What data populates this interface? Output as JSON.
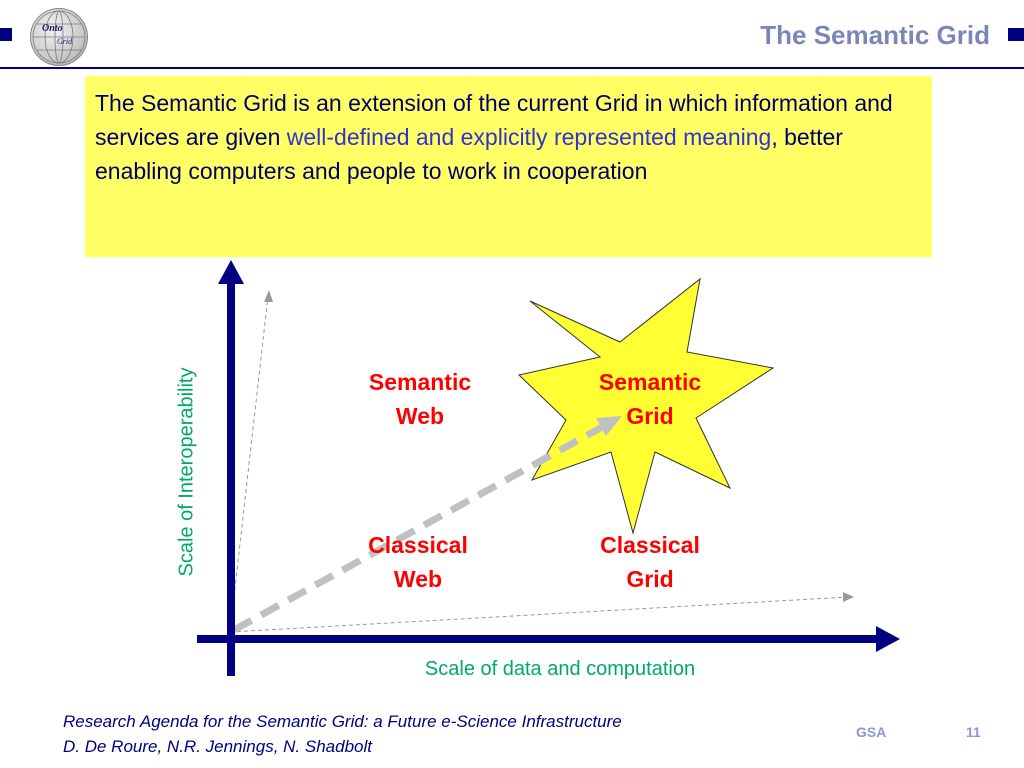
{
  "header": {
    "title": "The Semantic Grid",
    "logo_text_top": "Onto",
    "logo_text_bottom": "Grid"
  },
  "definition": {
    "part1": "The Semantic Grid is an extension of the current Grid in which information and services are given ",
    "highlight": "well-defined and explicitly represented meaning",
    "part2": ", better enabling computers and people to work in cooperation"
  },
  "diagram": {
    "quadrants": {
      "top_left": [
        "Semantic",
        "Web"
      ],
      "top_right": [
        "Semantic",
        "Grid"
      ],
      "bottom_left": [
        "Classical",
        "Web"
      ],
      "bottom_right": [
        "Classical",
        "Grid"
      ]
    },
    "x_axis_label": "Scale of data and computation",
    "y_axis_label": "Scale of Interoperability",
    "colors": {
      "axis": "#000080",
      "star_fill": "#ffff33",
      "quadrant_text": "#ff0000",
      "axis_label": "#00a86b",
      "trend_arrow": "#c0c0c0"
    }
  },
  "footer": {
    "citation_line1": "Research Agenda for the Semantic Grid: a Future e-Science Infrastructure",
    "citation_line2": "D. De Roure, N.R. Jennings, N. Shadbolt",
    "org": "GSA",
    "page_number": "11"
  }
}
